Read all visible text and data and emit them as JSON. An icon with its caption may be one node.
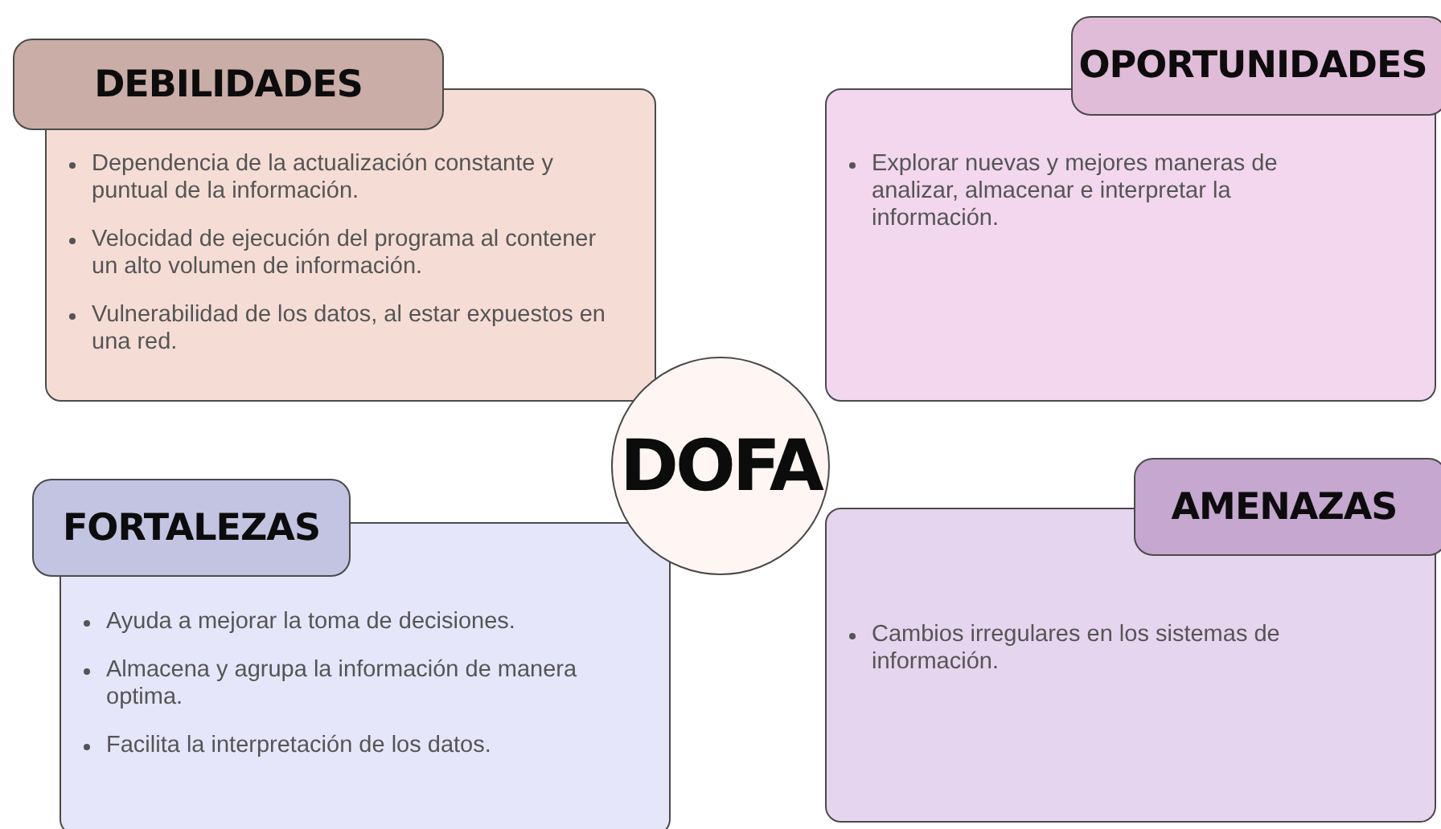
{
  "diagram": {
    "nodes": [
      {
        "text": [
          "DEBILIDADES"
        ]
      },
      {
        "text": [
          "Dependencia de la actualización constante y puntual de la información.",
          "Velocidad de ejecución del programa al contener un alto volumen de información.",
          "Vulnerabilidad de los datos, al estar expuestos en una red."
        ]
      },
      {
        "text": [
          "OPORTUNIDADES"
        ]
      },
      {
        "text": [
          "Explorar nuevas y mejores maneras de analizar, almacenar e interpretar la información."
        ]
      },
      {
        "text": [
          "DOFA"
        ]
      },
      {
        "text": [
          "FORTALEZAS"
        ]
      },
      {
        "text": [
          "Ayuda a mejorar la toma de decisiones.",
          "Almacena y agrupa la información de manera optima.",
          "Facilita la interpretación de los datos."
        ]
      },
      {
        "text": [
          "AMENAZAS"
        ]
      },
      {
        "text": [
          "Cambios irregulares en los sistemas de información."
        ]
      }
    ]
  }
}
